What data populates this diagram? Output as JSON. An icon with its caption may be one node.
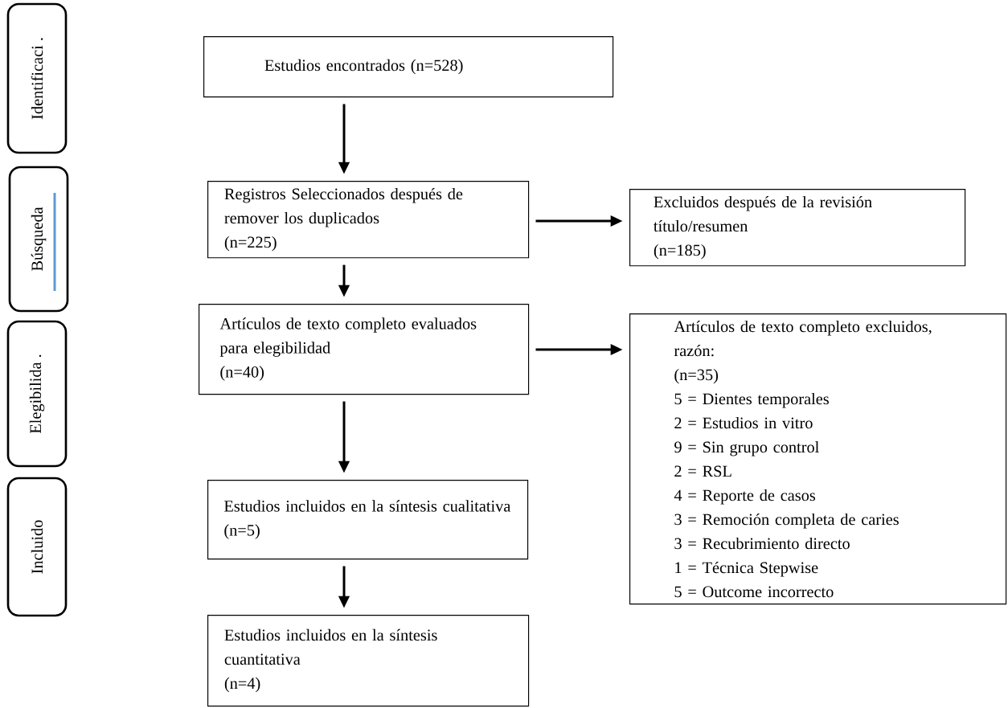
{
  "diagram": {
    "nodes": [
      {
        "text": [
          "Identificaci ."
        ]
      },
      {
        "text": [
          "Búsqueda"
        ]
      },
      {
        "text": [
          "Elegibilida ."
        ]
      },
      {
        "text": [
          "Incluido"
        ]
      },
      {
        "text": [
          "Estudios encontrados (n=528)"
        ]
      },
      {
        "text": [
          "Registros Seleccionados después de remover los duplicados",
          "(n=225)"
        ]
      },
      {
        "text": [
          "Excluidos después de la revisión título/resumen",
          "(n=185)"
        ]
      },
      {
        "text": [
          "Artículos de texto completo evaluados para elegibilidad",
          "(n=40)"
        ]
      },
      {
        "text": [
          "Artículos de texto completo excluidos, razón:",
          "(n=35)",
          "5 = Dientes temporales",
          "2 = Estudios in vitro",
          "9 = Sin grupo control",
          "2 = RSL",
          "4 = Reporte de casos",
          "3 = Remoción completa de caries",
          "3 = Recubrimiento directo",
          "1 = Técnica Stepwise",
          "5 = Outcome incorrecto"
        ]
      },
      {
        "text": [
          "Estudios incluidos en la síntesis cualitativa",
          "(n=5)"
        ]
      },
      {
        "text": [
          "Estudios incluidos en la síntesis cuantitativa",
          "(n=4)"
        ]
      }
    ],
    "edges": [
      {
        "from": 4,
        "to": 5,
        "arrow": "to"
      },
      {
        "from": 5,
        "to": 6,
        "arrow": "to"
      },
      {
        "from": 5,
        "to": 7,
        "arrow": "to"
      },
      {
        "from": 7,
        "to": 8,
        "arrow": "to"
      },
      {
        "from": 7,
        "to": 9,
        "arrow": "to"
      },
      {
        "from": 9,
        "to": 10,
        "arrow": "to"
      }
    ]
  }
}
